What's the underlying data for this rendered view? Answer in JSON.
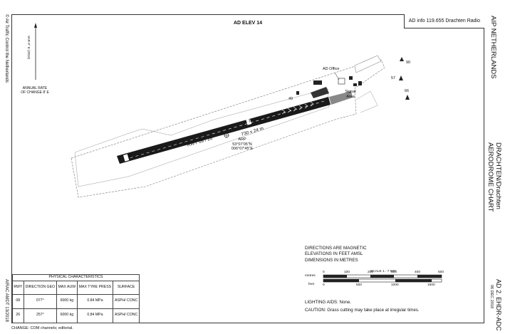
{
  "left_margin": {
    "copyright": "© Air Traffic Control the Netherlands",
    "amendment": "AIRAC AMDT 13/2018"
  },
  "right_margin": {
    "aip": "AIP NETHERLANDS",
    "chart_title_line1": "DRACHTEN/Drachten",
    "chart_title_line2": "AERODROME CHART",
    "chart_id": "AD 2. EHDR-ADC",
    "chart_date": "06 DEC 2018"
  },
  "header": {
    "ad_elev": "AD ELEV 14",
    "ad_info": "AD info  119.655  Drachten Radio"
  },
  "variation": {
    "var": "VAR 0° E (2010)",
    "annual_rate_line1": "ANNUAL RATE",
    "annual_rate_line2": "OF CHANGE 8' E"
  },
  "map": {
    "runway_label": "RWY 08 / 26",
    "runway_dims": "730 x 24 m",
    "rwy_end_west": "08",
    "rwy_end_east": "26",
    "arp_label": "ARP",
    "arp_lat": "53°07'05\"N",
    "arp_lon": "006°07'45\"E",
    "ad_office": "AD Office",
    "signal_area_line1": "Signal",
    "signal_area_line2": "Area",
    "obstacle_49": "49",
    "obstacle_90": "90",
    "obstacle_57": "57",
    "obstacle_66": "66"
  },
  "notes": {
    "line1": "DIRECTIONS ARE MAGNETIC",
    "line2": "ELEVATIONS IN FEET AMSL",
    "line3": "DIMENSIONS IN METRES",
    "lighting": "LIGHTING AIDS: None.",
    "caution": "CAUTION: Grass cutting may take place at irregular times."
  },
  "scale": {
    "title": "SCALE 1 : 7 500",
    "metres_label": "metres",
    "feet_label": "feet",
    "metre_ticks": [
      "0",
      "100",
      "200",
      "300",
      "400",
      "500"
    ],
    "feet_ticks": [
      "0",
      "500",
      "1000",
      "1500"
    ]
  },
  "physical_characteristics": {
    "title": "PHYSICAL CHARACTERISTICS",
    "headers": [
      "RWY",
      "DIRECTION GEO",
      "MAX AUW",
      "MAX TYRE PRESS",
      "SURFACE"
    ],
    "rows": [
      [
        "08",
        "077°",
        "6000 kg",
        "0.84 MPa",
        "ASPH/ CONC"
      ],
      [
        "26",
        "257°",
        "6000 kg",
        "0.84 MPa",
        "ASPH/ CONC"
      ]
    ]
  },
  "footer": {
    "change": "CHANGE: COM channels; editorial."
  }
}
